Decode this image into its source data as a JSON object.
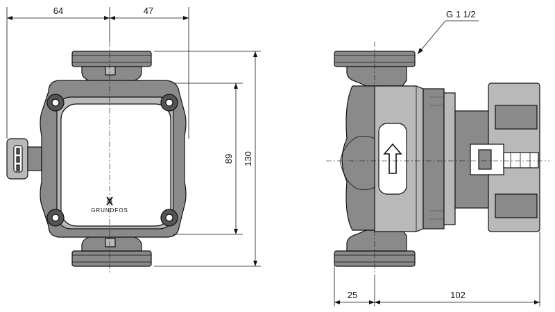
{
  "dimensions": {
    "front_left_width": "64",
    "front_right_width": "47",
    "front_inner_height": "89",
    "front_total_height": "130",
    "side_port_offset": "25",
    "side_total_length": "102",
    "thread_label": "G 1 1/2"
  },
  "brand": {
    "logo_text": "GRUNDFOS"
  },
  "colors": {
    "line": "#111111",
    "body_fill": "#8a8a8a",
    "background": "#ffffff"
  }
}
